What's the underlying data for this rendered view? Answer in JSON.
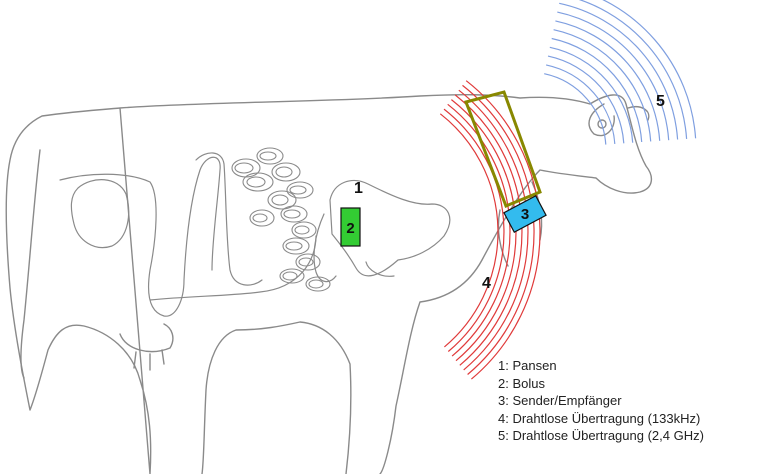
{
  "markers": {
    "pansen": "1",
    "bolus": "2",
    "sender": "3",
    "wireless_133": "4",
    "wireless_24": "5"
  },
  "legend": [
    "1: Pansen",
    "2: Bolus",
    "3: Sender/Empfänger",
    "4: Drahtlose Übertragung (133kHz)",
    "5: Drahtlose Übertragung (2,4 GHz)"
  ],
  "colors": {
    "outline": "#8a8a8a",
    "bolus_fill": "#33cc33",
    "sender_fill": "#33bbee",
    "collar": "#888800",
    "wave_133": "#e03a3a",
    "wave_24": "#7f9fe0"
  }
}
